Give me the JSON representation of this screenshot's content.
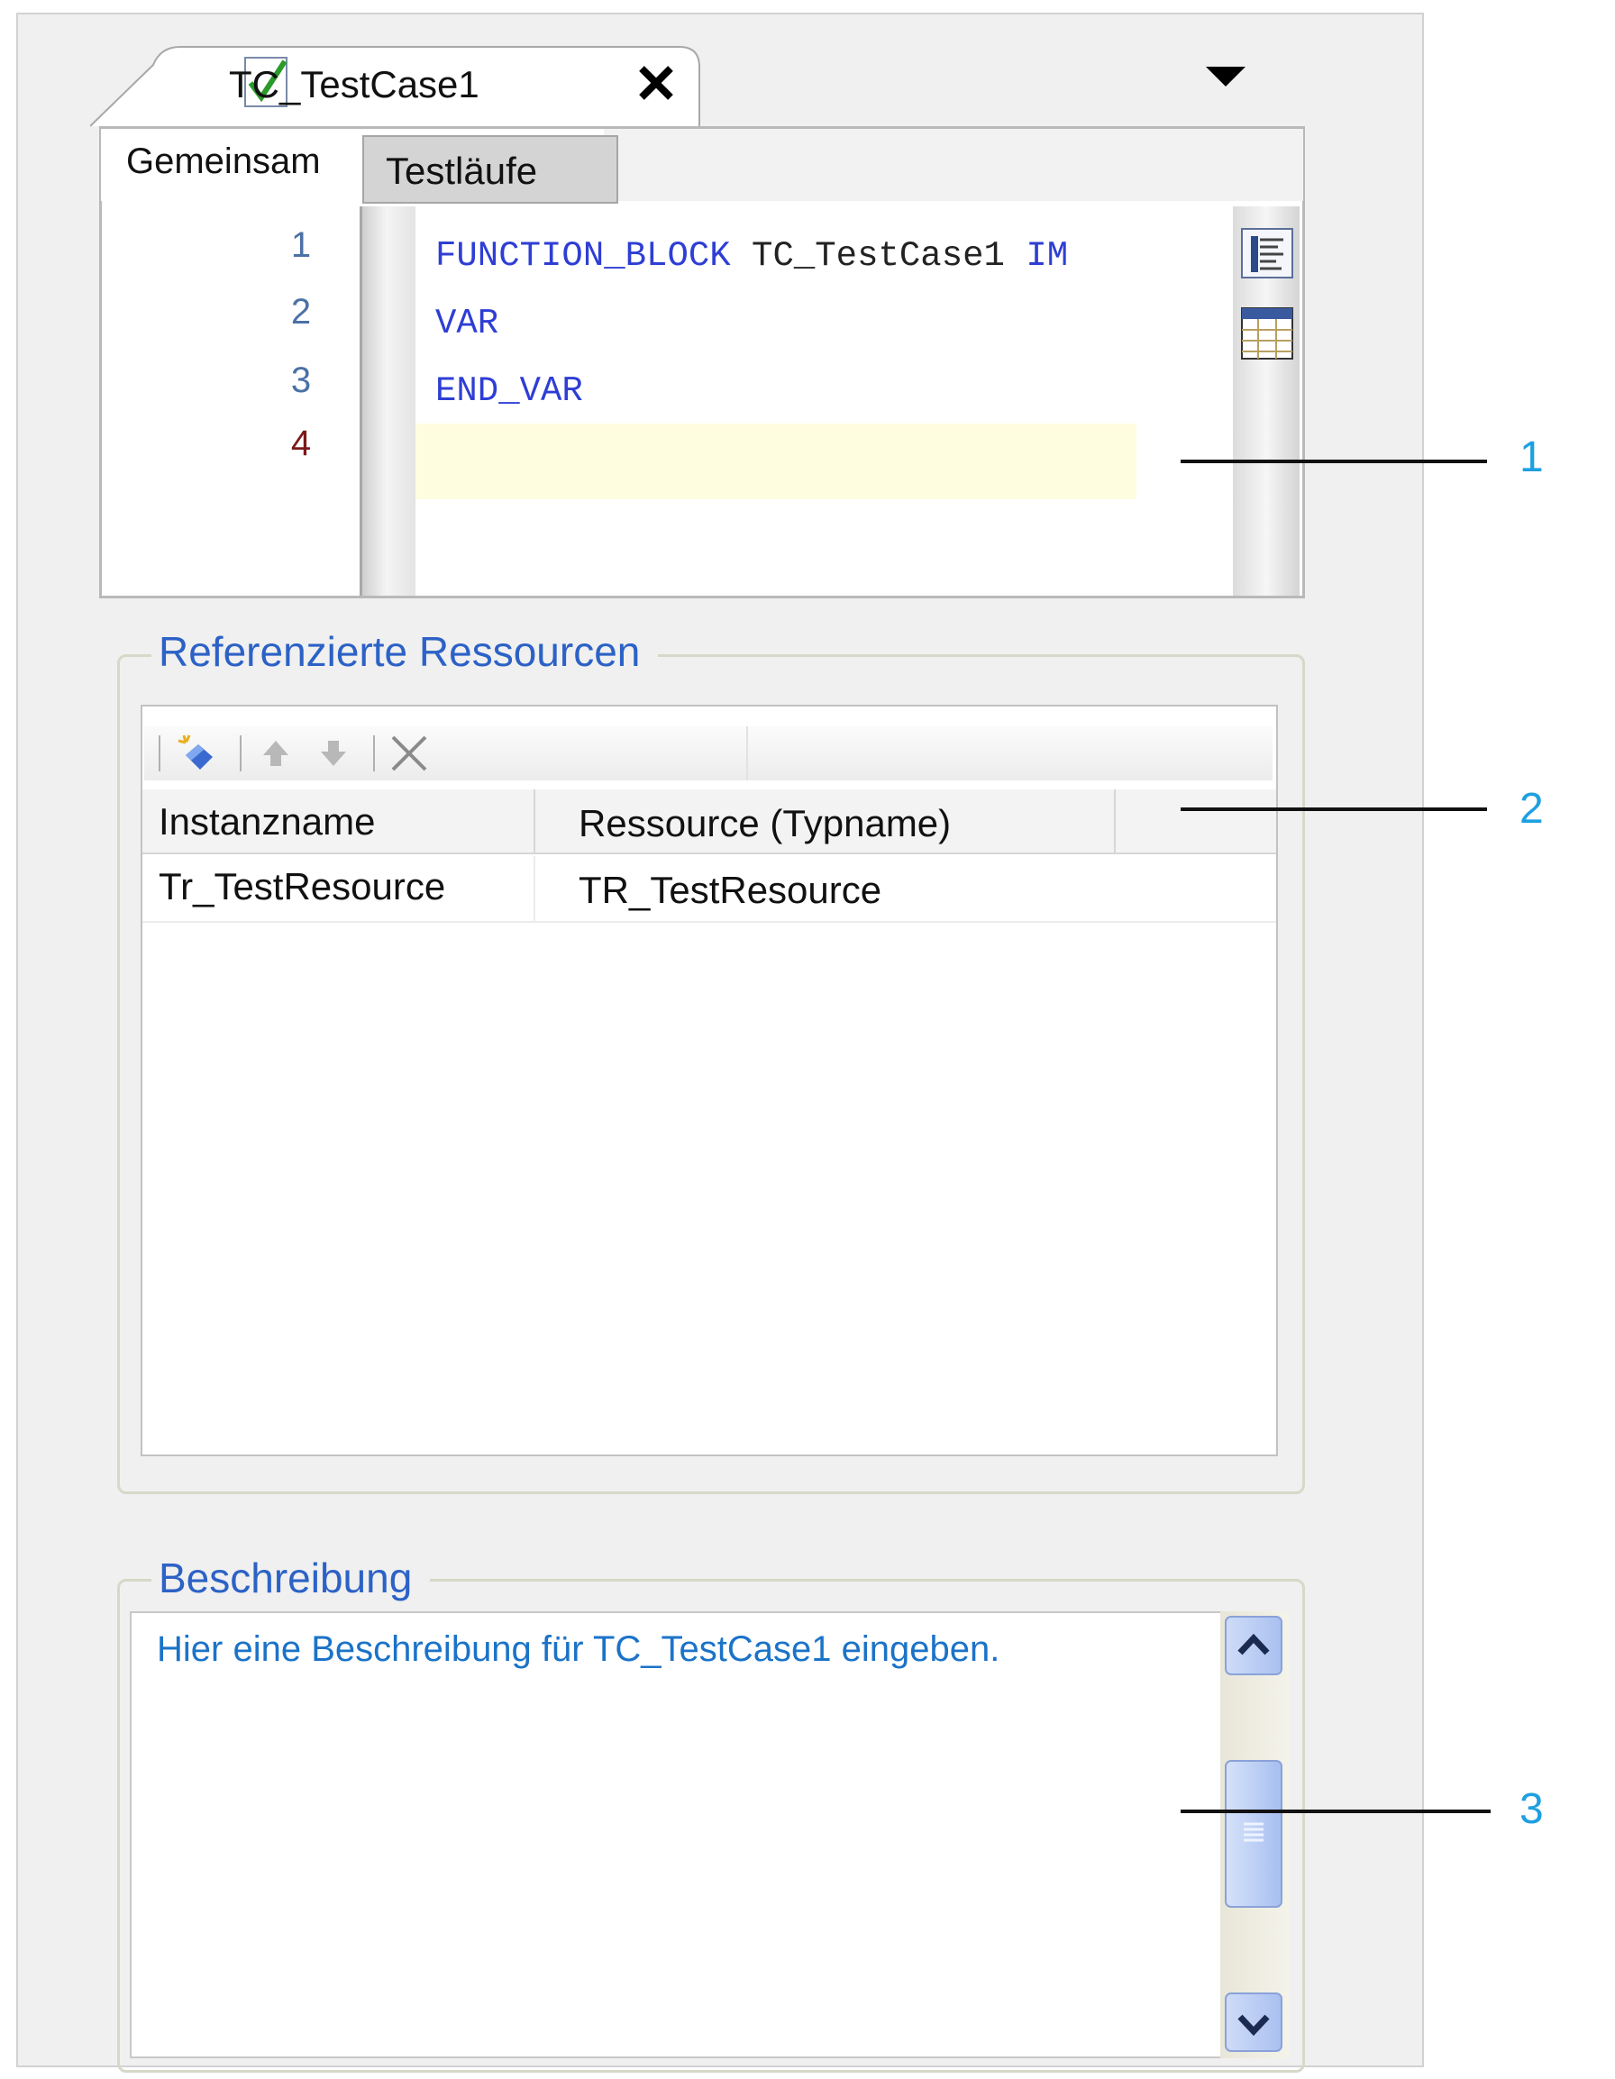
{
  "editor": {
    "tab_title": "TC_TestCase1",
    "tabs": [
      "Gemeinsam",
      "Testläufe"
    ],
    "line_numbers": [
      "1",
      "2",
      "3",
      "4"
    ],
    "code": {
      "line1": {
        "keyword1": "FUNCTION_BLOCK",
        "name": " TC_TestCase1 ",
        "keyword2": "IM"
      },
      "line2": "VAR",
      "line3": "END_VAR"
    },
    "icons": [
      "check-icon",
      "close-icon",
      "chevron-down-icon",
      "declaration-text-icon",
      "declaration-table-icon"
    ]
  },
  "resources": {
    "title": "Referenzierte Ressourcen",
    "toolbar_icons": [
      "add-resource-icon",
      "move-up-icon",
      "move-down-icon",
      "delete-icon"
    ],
    "columns": [
      "Instanzname",
      "Ressource (Typname)"
    ],
    "rows": [
      [
        "Tr_TestResource",
        "TR_TestResource"
      ]
    ]
  },
  "description": {
    "title": "Beschreibung",
    "text": "Hier eine Beschreibung für TC_TestCase1 eingeben."
  },
  "callouts": [
    "1",
    "2",
    "3"
  ],
  "colors": {
    "keyword": "#2e3ed4",
    "group_title": "#2c62c6",
    "description_text": "#1b73c8",
    "callout": "#1ea0e0",
    "current_line": "#fffde0"
  }
}
